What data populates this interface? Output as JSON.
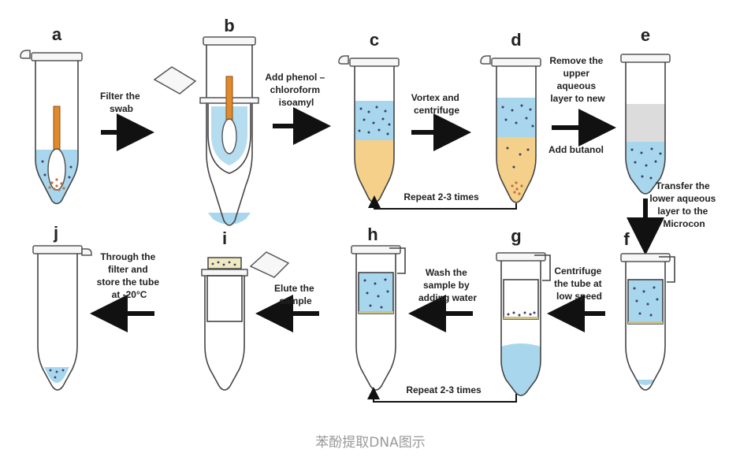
{
  "steps": {
    "a": {
      "letter": "a"
    },
    "b": {
      "letter": "b"
    },
    "c": {
      "letter": "c"
    },
    "d": {
      "letter": "d"
    },
    "e": {
      "letter": "e"
    },
    "f": {
      "letter": "f"
    },
    "g": {
      "letter": "g"
    },
    "h": {
      "letter": "h"
    },
    "i": {
      "letter": "i"
    },
    "j": {
      "letter": "j"
    }
  },
  "instructions": {
    "filter_swab": [
      "Filter the",
      "swab"
    ],
    "add_phenol": [
      "Add phenol –",
      "chloroform",
      "isoamyl"
    ],
    "vortex": [
      "Vortex and",
      "centrifuge"
    ],
    "remove_upper": [
      "Remove the",
      "upper",
      "aqueous",
      "layer to new"
    ],
    "add_butanol": [
      "Add butanol"
    ],
    "transfer_lower": [
      "Transfer the",
      "lower aqueous",
      "layer to the",
      "Microcon"
    ],
    "centrifuge_low": [
      "Centrifuge",
      "the tube at",
      "low speed"
    ],
    "wash": [
      "Wash the",
      "sample by",
      "adding water"
    ],
    "elute": [
      "Elute the",
      "sample"
    ],
    "store": [
      "Through the",
      "filter and",
      "store the tube",
      "at -20°C"
    ]
  },
  "loops": {
    "top_repeat": "Repeat 2-3 times",
    "bottom_repeat": "Repeat 2-3 times"
  },
  "caption": "苯酚提取DNA图示",
  "colors": {
    "aqueous": "#a8d6ec",
    "organic": "#f5d08a",
    "butanol": "#dcdcdc",
    "swab_stick": "#e08a2c",
    "dots": "#3b3b6e",
    "cells": "#c0703a",
    "arrow": "#111111"
  }
}
